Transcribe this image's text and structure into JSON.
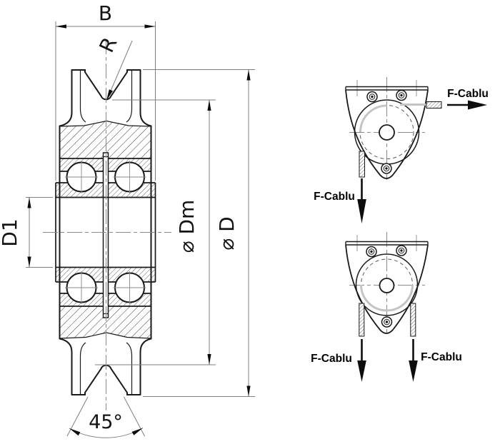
{
  "dimensions": {
    "width_label": "B",
    "groove_radius_label": "R",
    "bore_label": "D1",
    "groove_diameter_label": "⌀ Dm",
    "outer_diameter_label": "⌀ D",
    "groove_angle_label": "45°"
  },
  "forces": {
    "top_view_right": "F-Cablu",
    "top_view_down": "F-Cablu",
    "bottom_view_left": "F-Cablu",
    "bottom_view_right": "F-Cablu"
  },
  "colors": {
    "outline": "#1a1a1a",
    "dimension_lines": "#7f7f7f",
    "background": "#ffffff"
  }
}
